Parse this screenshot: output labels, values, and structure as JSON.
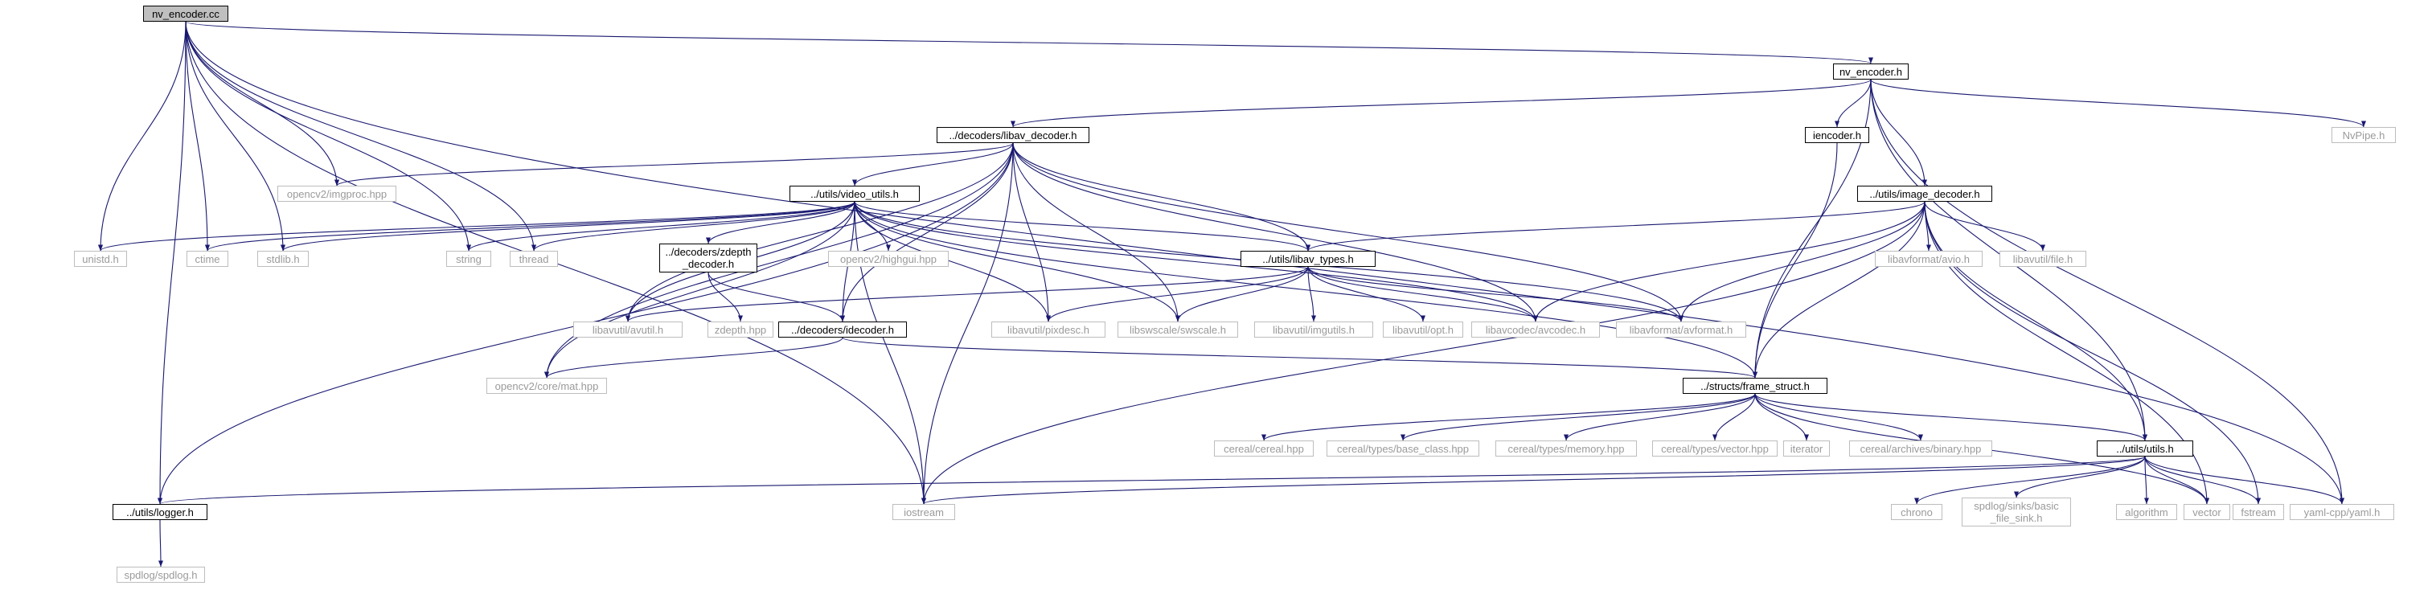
{
  "colors": {
    "edge": "#191970",
    "root_fill": "#bfbfbf",
    "doc_border": "#000000",
    "ext_text": "#9a9a9a"
  },
  "nodes": {
    "nv_encoder_cc": "nv_encoder.cc",
    "nv_encoder_h": "nv_encoder.h",
    "libav_decoder_h": "../decoders/libav_decoder.h",
    "iencoder_h": "iencoder.h",
    "image_decoder_h": "../utils/image_decoder.h",
    "nvpipe_h": "NvPipe.h",
    "imgproc_hpp": "opencv2/imgproc.hpp",
    "video_utils_h": "../utils/video_utils.h",
    "unistd_h": "unistd.h",
    "ctime": "ctime",
    "stdlib_h": "stdlib.h",
    "string": "string",
    "thread": "thread",
    "zdepth_decoder_h": "../decoders/zdepth\n_decoder.h",
    "highgui_hpp": "opencv2/highgui.hpp",
    "libav_types_h": "../utils/libav_types.h",
    "avio_h": "libavformat/avio.h",
    "file_h": "libavutil/file.h",
    "avutil_h": "libavutil/avutil.h",
    "zdepth_hpp": "zdepth.hpp",
    "idecoder_h": "../decoders/idecoder.h",
    "pixdesc_h": "libavutil/pixdesc.h",
    "swscale_h": "libswscale/swscale.h",
    "imgutils_h": "libavutil/imgutils.h",
    "opt_h": "libavutil/opt.h",
    "avcodec_h": "libavcodec/avcodec.h",
    "avformat_h": "libavformat/avformat.h",
    "mat_hpp": "opencv2/core/mat.hpp",
    "frame_struct_h": "../structs/frame_struct.h",
    "cereal_hpp": "cereal/cereal.hpp",
    "base_class_hpp": "cereal/types/base_class.hpp",
    "memory_hpp": "cereal/types/memory.hpp",
    "vector_hpp": "cereal/types/vector.hpp",
    "iterator": "iterator",
    "binary_hpp": "cereal/archives/binary.hpp",
    "utils_h": "../utils/utils.h",
    "logger_h": "../utils/logger.h",
    "iostream": "iostream",
    "chrono": "chrono",
    "basic_file_sink_h": "spdlog/sinks/basic\n_file_sink.h",
    "algorithm": "algorithm",
    "vector": "vector",
    "fstream": "fstream",
    "yaml_h": "yaml-cpp/yaml.h",
    "spdlog_h": "spdlog/spdlog.h"
  },
  "edges": [
    [
      "nv_encoder_cc",
      "nv_encoder_h"
    ],
    [
      "nv_encoder_cc",
      "imgproc_hpp"
    ],
    [
      "nv_encoder_cc",
      "unistd_h"
    ],
    [
      "nv_encoder_cc",
      "ctime"
    ],
    [
      "nv_encoder_cc",
      "stdlib_h"
    ],
    [
      "nv_encoder_cc",
      "string"
    ],
    [
      "nv_encoder_cc",
      "thread"
    ],
    [
      "nv_encoder_cc",
      "logger_h"
    ],
    [
      "nv_encoder_cc",
      "iostream"
    ],
    [
      "nv_encoder_cc",
      "yaml_h"
    ],
    [
      "nv_encoder_h",
      "libav_decoder_h"
    ],
    [
      "nv_encoder_h",
      "iencoder_h"
    ],
    [
      "nv_encoder_h",
      "image_decoder_h"
    ],
    [
      "nv_encoder_h",
      "nvpipe_h"
    ],
    [
      "nv_encoder_h",
      "frame_struct_h"
    ],
    [
      "nv_encoder_h",
      "utils_h"
    ],
    [
      "nv_encoder_h",
      "yaml_h"
    ],
    [
      "libav_decoder_h",
      "imgproc_hpp"
    ],
    [
      "libav_decoder_h",
      "video_utils_h"
    ],
    [
      "libav_decoder_h",
      "libav_types_h"
    ],
    [
      "libav_decoder_h",
      "idecoder_h"
    ],
    [
      "libav_decoder_h",
      "pixdesc_h"
    ],
    [
      "libav_decoder_h",
      "swscale_h"
    ],
    [
      "libav_decoder_h",
      "avcodec_h"
    ],
    [
      "libav_decoder_h",
      "avformat_h"
    ],
    [
      "libav_decoder_h",
      "avutil_h"
    ],
    [
      "libav_decoder_h",
      "mat_hpp"
    ],
    [
      "libav_decoder_h",
      "logger_h"
    ],
    [
      "libav_decoder_h",
      "iostream"
    ],
    [
      "iencoder_h",
      "frame_struct_h"
    ],
    [
      "image_decoder_h",
      "libav_types_h"
    ],
    [
      "image_decoder_h",
      "avio_h"
    ],
    [
      "image_decoder_h",
      "file_h"
    ],
    [
      "image_decoder_h",
      "avcodec_h"
    ],
    [
      "image_decoder_h",
      "avformat_h"
    ],
    [
      "image_decoder_h",
      "frame_struct_h"
    ],
    [
      "image_decoder_h",
      "utils_h"
    ],
    [
      "image_decoder_h",
      "vector"
    ],
    [
      "image_decoder_h",
      "fstream"
    ],
    [
      "image_decoder_h",
      "iostream"
    ],
    [
      "video_utils_h",
      "unistd_h"
    ],
    [
      "video_utils_h",
      "ctime"
    ],
    [
      "video_utils_h",
      "stdlib_h"
    ],
    [
      "video_utils_h",
      "string"
    ],
    [
      "video_utils_h",
      "thread"
    ],
    [
      "video_utils_h",
      "zdepth_decoder_h"
    ],
    [
      "video_utils_h",
      "highgui_hpp"
    ],
    [
      "video_utils_h",
      "libav_types_h"
    ],
    [
      "video_utils_h",
      "avutil_h"
    ],
    [
      "video_utils_h",
      "idecoder_h"
    ],
    [
      "video_utils_h",
      "pixdesc_h"
    ],
    [
      "video_utils_h",
      "swscale_h"
    ],
    [
      "video_utils_h",
      "avcodec_h"
    ],
    [
      "video_utils_h",
      "avformat_h"
    ],
    [
      "video_utils_h",
      "mat_hpp"
    ],
    [
      "video_utils_h",
      "frame_struct_h"
    ],
    [
      "video_utils_h",
      "iostream"
    ],
    [
      "zdepth_decoder_h",
      "zdepth_hpp"
    ],
    [
      "zdepth_decoder_h",
      "idecoder_h"
    ],
    [
      "libav_types_h",
      "avutil_h"
    ],
    [
      "libav_types_h",
      "pixdesc_h"
    ],
    [
      "libav_types_h",
      "swscale_h"
    ],
    [
      "libav_types_h",
      "imgutils_h"
    ],
    [
      "libav_types_h",
      "opt_h"
    ],
    [
      "libav_types_h",
      "avcodec_h"
    ],
    [
      "libav_types_h",
      "avformat_h"
    ],
    [
      "idecoder_h",
      "mat_hpp"
    ],
    [
      "idecoder_h",
      "frame_struct_h"
    ],
    [
      "frame_struct_h",
      "cereal_hpp"
    ],
    [
      "frame_struct_h",
      "base_class_hpp"
    ],
    [
      "frame_struct_h",
      "memory_hpp"
    ],
    [
      "frame_struct_h",
      "vector_hpp"
    ],
    [
      "frame_struct_h",
      "iterator"
    ],
    [
      "frame_struct_h",
      "binary_hpp"
    ],
    [
      "frame_struct_h",
      "utils_h"
    ],
    [
      "frame_struct_h",
      "vector"
    ],
    [
      "utils_h",
      "logger_h"
    ],
    [
      "utils_h",
      "iostream"
    ],
    [
      "utils_h",
      "chrono"
    ],
    [
      "utils_h",
      "basic_file_sink_h"
    ],
    [
      "utils_h",
      "algorithm"
    ],
    [
      "utils_h",
      "vector"
    ],
    [
      "utils_h",
      "fstream"
    ],
    [
      "utils_h",
      "yaml_h"
    ],
    [
      "logger_h",
      "spdlog_h"
    ]
  ]
}
